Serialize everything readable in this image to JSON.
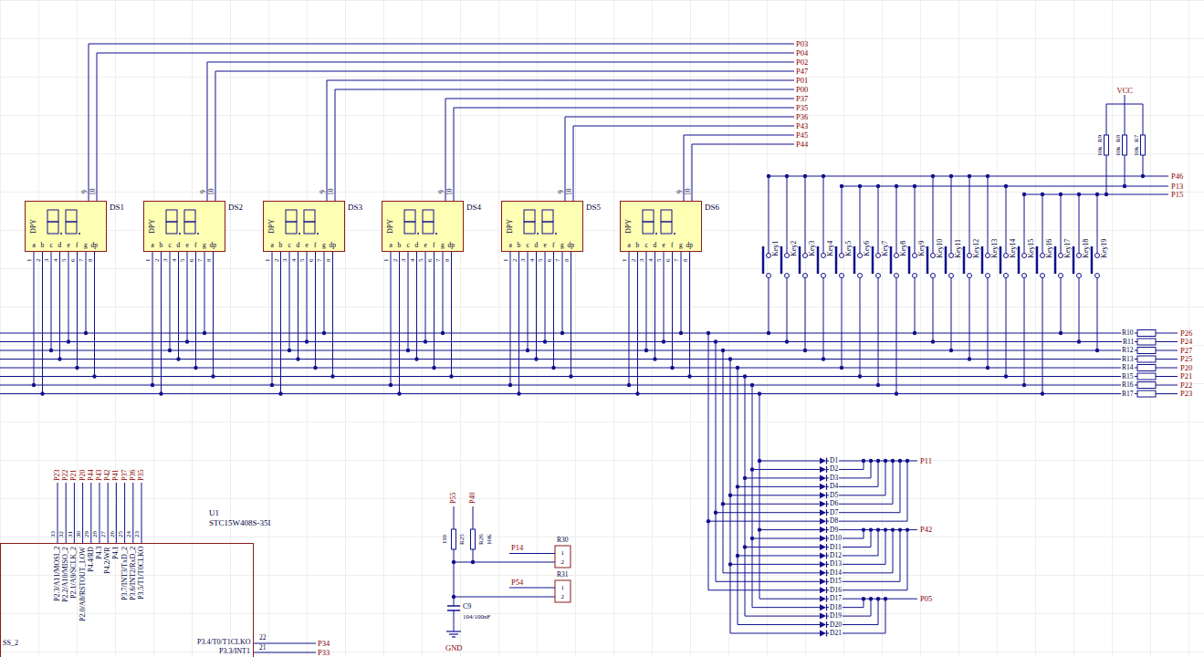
{
  "diagram": {
    "nodes": [
      {
        "text": [
          "DS1",
          "DPY"
        ]
      },
      {
        "text": [
          "DS2",
          "DPY"
        ]
      },
      {
        "text": [
          "DS3",
          "DPY"
        ]
      },
      {
        "text": [
          "DS4",
          "DPY"
        ]
      },
      {
        "text": [
          "DS5",
          "DPY"
        ]
      },
      {
        "text": [
          "DS6",
          "DPY"
        ]
      },
      {
        "text": [
          "U1",
          "STC15W408S-35I"
        ]
      }
    ],
    "labels": [
      "P03",
      "P04",
      "P02",
      "P47",
      "P01",
      "P00",
      "P37",
      "P35",
      "P36",
      "P43",
      "P45",
      "P44",
      "9",
      "10",
      "a",
      "b",
      "c",
      "d",
      "e",
      "f",
      "g",
      "dp",
      "1",
      "2",
      "3",
      "4",
      "5",
      "6",
      "7",
      "8",
      "9",
      "10",
      "a",
      "b",
      "c",
      "d",
      "e",
      "f",
      "g",
      "dp",
      "1",
      "2",
      "3",
      "4",
      "5",
      "6",
      "7",
      "8",
      "9",
      "10",
      "a",
      "b",
      "c",
      "d",
      "e",
      "f",
      "g",
      "dp",
      "1",
      "2",
      "3",
      "4",
      "5",
      "6",
      "7",
      "8",
      "9",
      "10",
      "a",
      "b",
      "c",
      "d",
      "e",
      "f",
      "g",
      "dp",
      "1",
      "2",
      "3",
      "4",
      "5",
      "6",
      "7",
      "8",
      "9",
      "10",
      "a",
      "b",
      "c",
      "d",
      "e",
      "f",
      "g",
      "dp",
      "1",
      "2",
      "3",
      "4",
      "5",
      "6",
      "7",
      "8",
      "9",
      "10",
      "a",
      "b",
      "c",
      "d",
      "e",
      "f",
      "g",
      "dp",
      "1",
      "2",
      "3",
      "4",
      "5",
      "6",
      "7",
      "8",
      "VCC",
      "R9",
      "10k",
      "R8",
      "10k",
      "R7",
      "10k",
      "P46",
      "P13",
      "P15",
      "Key1",
      "Key2",
      "Key3",
      "Key4",
      "Key5",
      "Key6",
      "Key7",
      "Key8",
      "Key9",
      "Key10",
      "Key11",
      "Key12",
      "Key13",
      "Key14",
      "Key15",
      "Key16",
      "Key17",
      "Key18",
      "Key19",
      "R10",
      "R11",
      "R12",
      "R13",
      "R14",
      "R15",
      "R16",
      "R17",
      "P26",
      "P24",
      "P27",
      "P25",
      "P20",
      "P21",
      "P22",
      "P23",
      "D1",
      "D2",
      "D3",
      "D4",
      "D5",
      "D6",
      "D7",
      "D8",
      "D9",
      "D10",
      "D11",
      "D12",
      "D13",
      "D14",
      "D15",
      "D16",
      "D17",
      "D18",
      "D19",
      "D20",
      "D21",
      "P11",
      "P42",
      "P05",
      "P23",
      "P22",
      "P21",
      "P20",
      "P44",
      "P43",
      "P42",
      "P41",
      "P37",
      "P36",
      "P35",
      "33",
      "32",
      "31",
      "30",
      "29",
      "28",
      "27",
      "26",
      "25",
      "24",
      "23",
      "P2.3/A11/MOSI_2",
      "P2.2/A10/MISO_2",
      "P2.1/A9/SCLK_2",
      "P2.0/A8/RSTOUT_LOW",
      "P4.4/RD",
      "P4.3",
      "P4.2/WR",
      "P4.1",
      "P3.7/INT3/TxD_2",
      "P3.6/INT2/RxD_2",
      "P3.5/T1/T0CLKO",
      "SS_2",
      "P3.4/T0/T1CLKO",
      "P3.3/INT1",
      "22",
      "21",
      "P34",
      "P33",
      "P55",
      "P40",
      "R25",
      "110",
      "R26",
      "10K",
      "P14",
      "P54",
      "R30",
      "R31",
      "1",
      "2",
      "1",
      "2",
      "C9",
      "104/100nF",
      "GND"
    ]
  }
}
